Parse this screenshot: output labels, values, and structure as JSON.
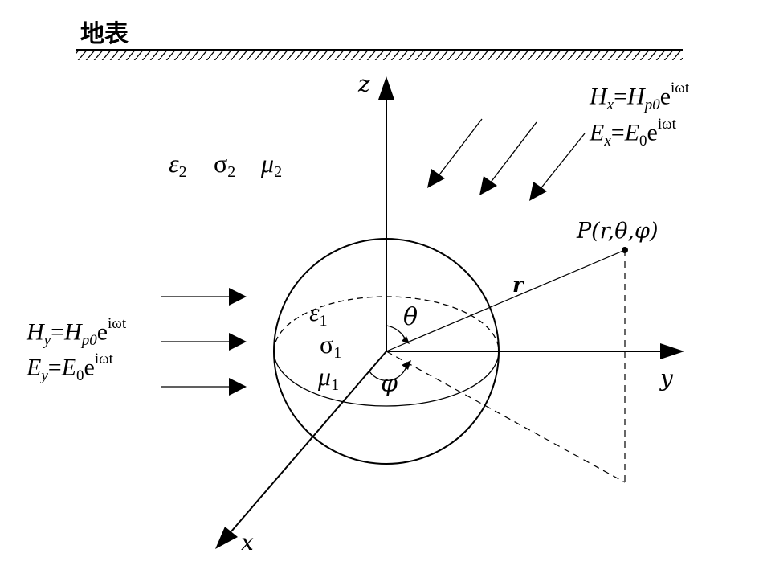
{
  "surface_label": "地表",
  "axes": {
    "x": "x",
    "y": "y",
    "z": "z"
  },
  "point_label": "P(r,θ,φ)",
  "radius_label": "r",
  "theta_label": "θ",
  "phi_label": "φ",
  "outer_medium": {
    "eps_sym": "ε",
    "eps_sub": "2",
    "sigma_sym": "σ",
    "sigma_sub": "2",
    "mu_sym": "μ",
    "mu_sub": "2"
  },
  "inner_medium": {
    "eps_sym": "ε",
    "eps_sub": "1",
    "sigma_sym": "σ",
    "sigma_sub": "1",
    "mu_sym": "μ",
    "mu_sub": "1"
  },
  "field_x": {
    "h_var": "H",
    "h_sub": "x",
    "h_eq": "=",
    "h_amp": "H",
    "h_amp_sub": "p0",
    "h_e": "e",
    "h_exp": "iωt",
    "e_var": "E",
    "e_sub": "x",
    "e_eq": "=",
    "e_amp": "E",
    "e_amp_sub": "0",
    "e_e": "e",
    "e_exp": "iωt"
  },
  "field_y": {
    "h_var": "H",
    "h_sub": "y",
    "h_eq": "=",
    "h_amp": "H",
    "h_amp_sub": "p0",
    "h_e": "e",
    "h_exp": "iωt",
    "e_var": "E",
    "e_sub": "y",
    "e_eq": "=",
    "e_amp": "E",
    "e_amp_sub": "0",
    "e_e": "e",
    "e_exp": "iωt"
  }
}
